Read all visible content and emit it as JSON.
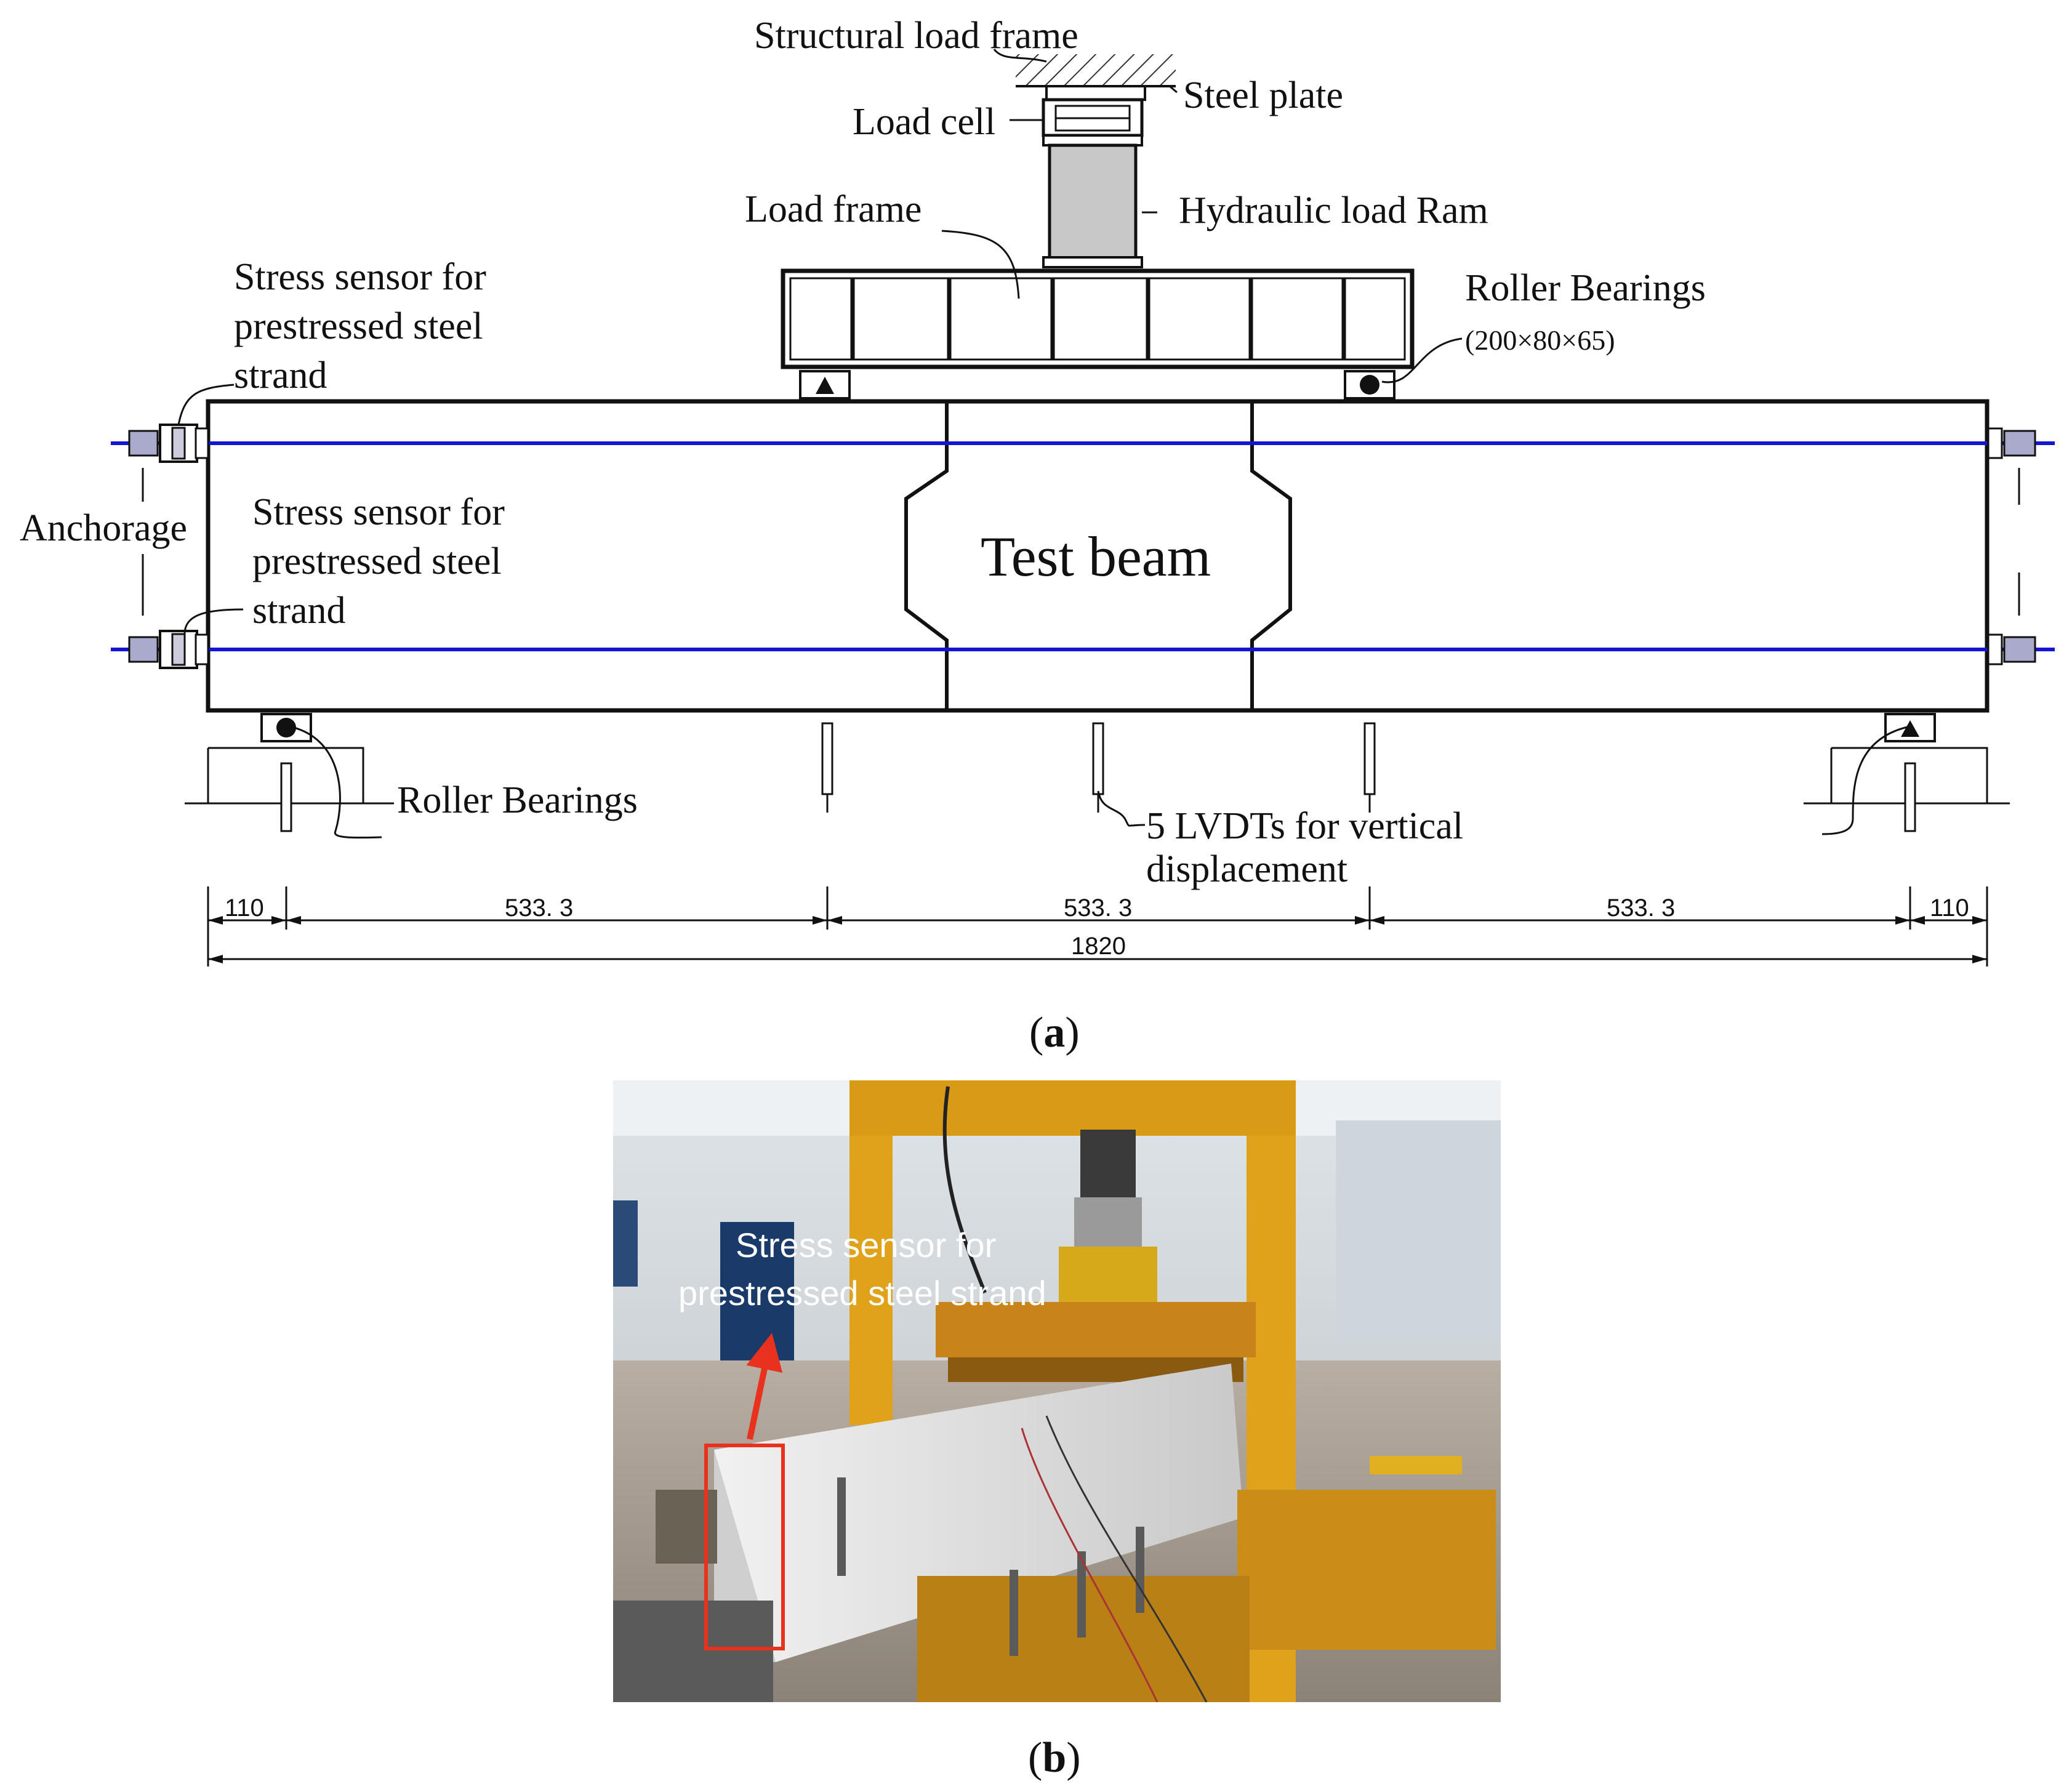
{
  "diagram": {
    "labels": {
      "structural_load_frame": "Structural load frame",
      "steel_plate": "Steel plate",
      "load_cell": "Load cell",
      "load_frame": "Load frame",
      "hydraulic_load_ram": "Hydraulic load Ram",
      "stress_sensor_top_1": "Stress sensor for",
      "stress_sensor_top_2": "prestressed steel",
      "stress_sensor_top_3": "strand",
      "roller_bearings_top": "Roller Bearings",
      "roller_bearings_top_size": "(200×80×65)",
      "anchorage": "Anchorage",
      "stress_sensor_bot_1": "Stress sensor for",
      "stress_sensor_bot_2": "prestressed steel",
      "stress_sensor_bot_3": "strand",
      "test_beam": "Test beam",
      "roller_bearings_bottom": "Roller Bearings",
      "lvdt_1": "5 LVDTs for vertical",
      "lvdt_2": "displacement"
    },
    "dimensions": {
      "seg_left": "110",
      "seg_1": "533. 3",
      "seg_2": "533. 3",
      "seg_3": "533. 3",
      "seg_right": "110",
      "total": "1820"
    },
    "caption": "(a)",
    "caption_parts": [
      "(",
      "a",
      ")"
    ]
  },
  "photo": {
    "label_1": "Stress sensor for",
    "label_2": "prestressed steel strand",
    "caption": "(b)",
    "caption_parts": [
      "(",
      "b",
      ")"
    ]
  },
  "colors": {
    "strand": "#1414d2",
    "highlight": "#e8321e",
    "frame_yellow": "#e0a21a"
  }
}
